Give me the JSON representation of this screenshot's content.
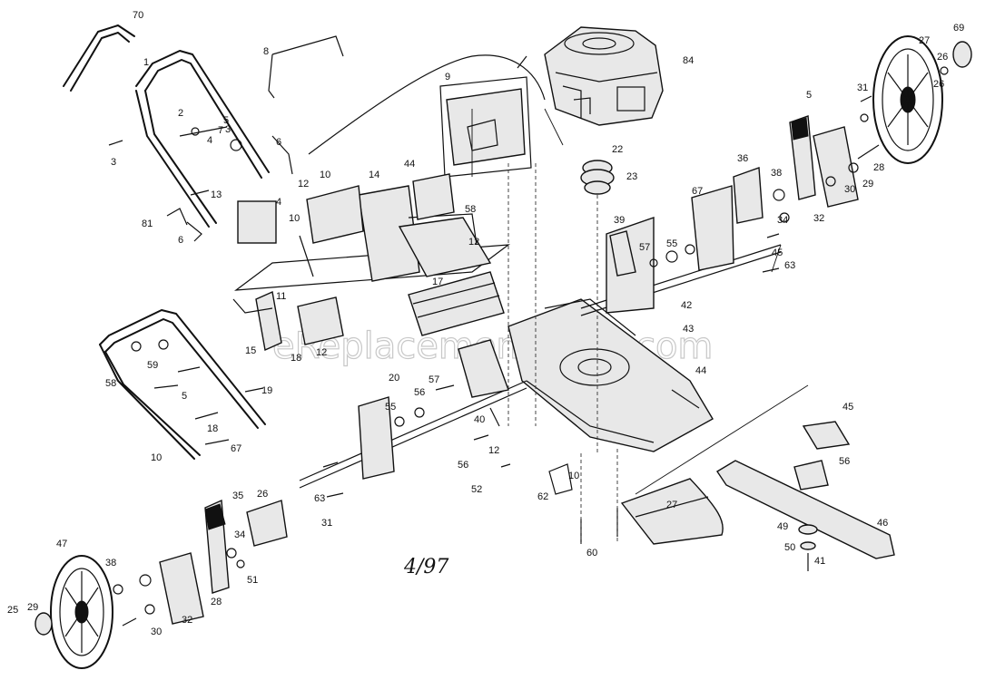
{
  "drawing": {
    "code": "4/97",
    "watermark": "eReplacementParts.com"
  },
  "callouts": [
    "70",
    "1",
    "8",
    "9",
    "3",
    "84",
    "69",
    "27",
    "26",
    "2",
    "4",
    "7",
    "5",
    "31",
    "26",
    "5",
    "3",
    "6",
    "22",
    "23",
    "36",
    "38",
    "28",
    "10",
    "14",
    "44",
    "12",
    "58",
    "30",
    "29",
    "34",
    "32",
    "13",
    "67",
    "4",
    "10",
    "12",
    "81",
    "6",
    "17",
    "39",
    "57",
    "55",
    "45",
    "63",
    "11",
    "42",
    "43",
    "15",
    "18",
    "12",
    "20",
    "44",
    "59",
    "58",
    "5",
    "57",
    "19",
    "55",
    "56",
    "18",
    "40",
    "12",
    "67",
    "10",
    "56",
    "52",
    "10",
    "62",
    "45",
    "56",
    "63",
    "31",
    "35",
    "26",
    "38",
    "34",
    "51",
    "27",
    "47",
    "46",
    "49",
    "50",
    "41",
    "60",
    "25",
    "29",
    "30",
    "32",
    "28"
  ]
}
